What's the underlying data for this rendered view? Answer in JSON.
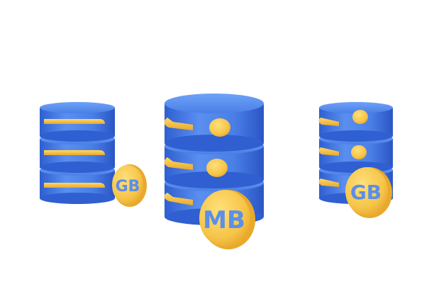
{
  "illustration": {
    "servers": [
      {
        "name": "left-server",
        "coin_label": "GB"
      },
      {
        "name": "center-server",
        "coin_label": "MB"
      },
      {
        "name": "right-server",
        "coin_label": "GB"
      }
    ],
    "colors": {
      "drum_blue": "#4a7fe6",
      "drum_blue_dark": "#2f5fd0",
      "drum_top": "#5b93f2",
      "gold": "#f6c54a",
      "gold_dark": "#e8a92c",
      "coin_text": "#5b8fe8"
    }
  }
}
